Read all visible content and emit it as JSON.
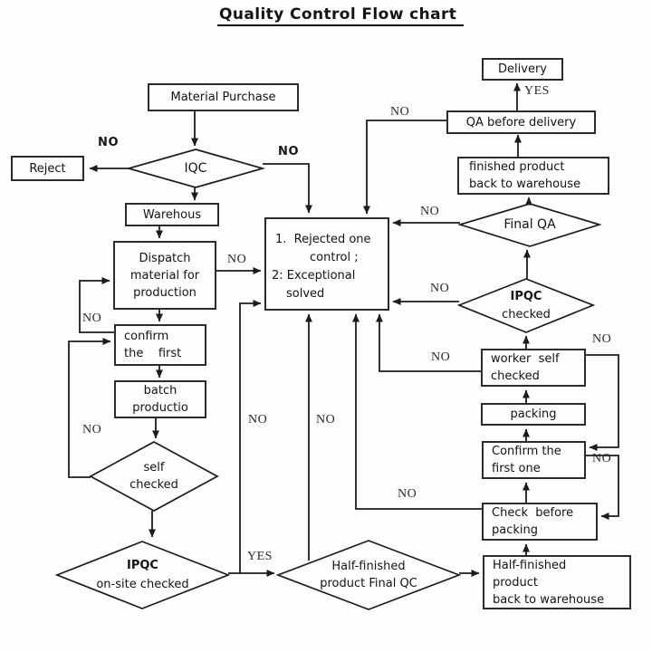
{
  "title": "Quality Control Flow chart",
  "nodes": {
    "material_purchase": {
      "lines": [
        "Material Purchase"
      ]
    },
    "reject": {
      "lines": [
        "Reject"
      ]
    },
    "iqc": {
      "lines": [
        "IQC"
      ]
    },
    "warehouse": {
      "lines": [
        "Warehous"
      ]
    },
    "dispatch": {
      "lines": [
        "Dispatch",
        "material for",
        "production"
      ]
    },
    "confirm_first": {
      "lines": [
        "confirm",
        "the    first"
      ]
    },
    "batch": {
      "lines": [
        "batch",
        "productio"
      ]
    },
    "self_checked": {
      "lines": [
        "self",
        "checked"
      ]
    },
    "ipqc_onsite": {
      "lines": [
        "IPQC",
        "on-site checked"
      ]
    },
    "central": {
      "lines": [
        "1.  Rejected one",
        "control ;",
        "2: Exceptional",
        "solved"
      ]
    },
    "delivery": {
      "lines": [
        "Delivery"
      ]
    },
    "qa_before_delivery": {
      "lines": [
        "QA before delivery"
      ]
    },
    "finished_product": {
      "lines": [
        "finished product",
        "back to warehouse"
      ]
    },
    "final_qa": {
      "lines": [
        "Final QA"
      ]
    },
    "ipqc_checked": {
      "lines": [
        "IPQC",
        "checked"
      ]
    },
    "worker_self": {
      "lines": [
        "worker  self",
        "checked"
      ]
    },
    "packing": {
      "lines": [
        "packing"
      ]
    },
    "confirm_one": {
      "lines": [
        "Confirm the",
        "first one"
      ]
    },
    "check_packing": {
      "lines": [
        "Check  before",
        "packing"
      ]
    },
    "half_qc": {
      "lines": [
        "Half-finished",
        "product Final QC"
      ]
    },
    "half_warehouse": {
      "lines": [
        "Half-finished",
        "product",
        "back to warehouse"
      ]
    }
  },
  "labels": {
    "iqc_reject_no": "NO",
    "iqc_right_no": "NO",
    "dispatch_no": "NO",
    "confirm_loop_no": "NO",
    "self_loop_no": "NO",
    "onsite_yes": "YES",
    "onsite_no": "NO",
    "halfqc_no": "NO",
    "checkpacking_no": "NO",
    "workerself_left_no": "NO",
    "ipqcchecked_no": "NO",
    "finalqa_no": "NO",
    "qa_no": "NO",
    "qa_yes": "YES",
    "workerself_right_no": "NO",
    "confirmone_right_no": "NO"
  },
  "colors": {
    "background": "#fdfdfd",
    "line": "#1c1c1c",
    "text": "#141414"
  }
}
